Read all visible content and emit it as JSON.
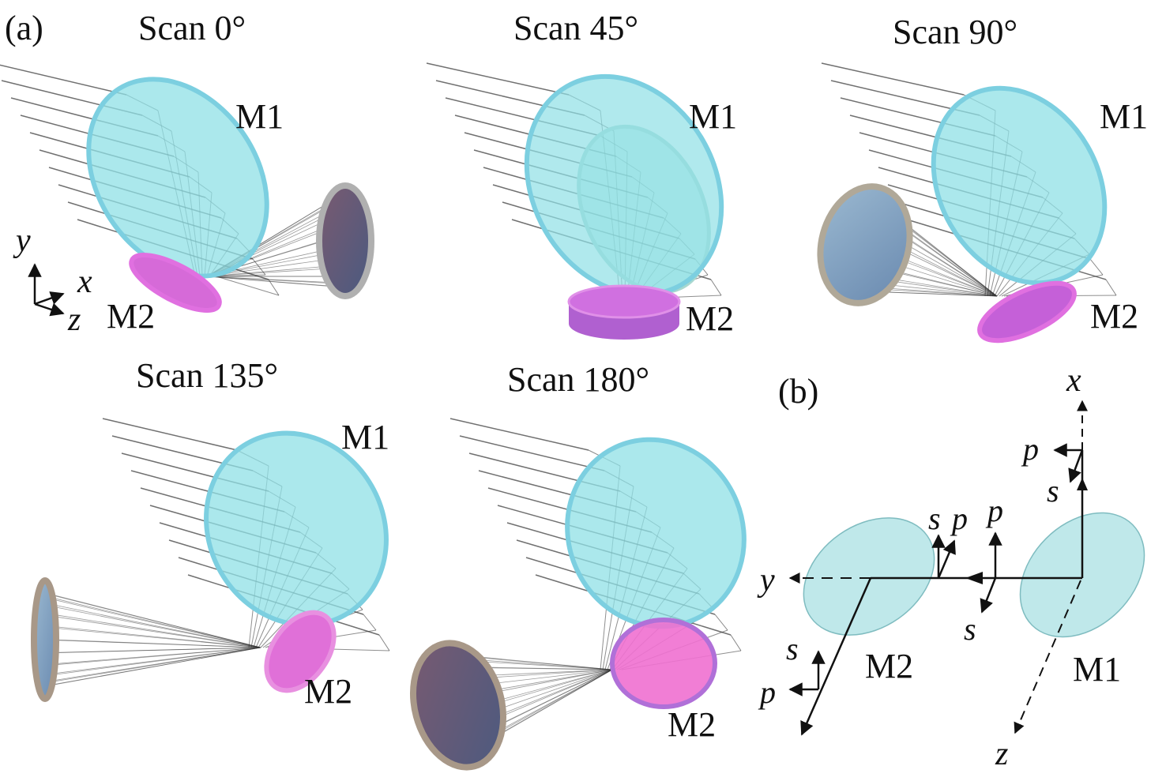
{
  "panel_a": {
    "tag": "(a)",
    "scans": [
      {
        "title": "Scan 0°",
        "m1": "M1",
        "m2": "M2"
      },
      {
        "title": "Scan 45°",
        "m1": "M1",
        "m2": "M2"
      },
      {
        "title": "Scan 90°",
        "m1": "M1",
        "m2": "M2"
      },
      {
        "title": "Scan 135°",
        "m1": "M1",
        "m2": "M2"
      },
      {
        "title": "Scan 180°",
        "m1": "M1",
        "m2": "M2"
      }
    ],
    "axes": {
      "y": "y",
      "x": "x",
      "z": "z"
    }
  },
  "panel_b": {
    "tag": "(b)",
    "m1": "M1",
    "m2": "M2",
    "axes": {
      "x": "x",
      "y": "y",
      "z": "z"
    },
    "polarization": {
      "p1": "p",
      "s1": "s",
      "p2": "p",
      "s2": "s",
      "s3": "s",
      "p3": "p",
      "s4": "s",
      "p4": "p"
    }
  },
  "colors": {
    "m1": "#8fe0e6",
    "m2": "#d04ad8",
    "detector": "#6e4a6a",
    "ray": "#333333"
  }
}
